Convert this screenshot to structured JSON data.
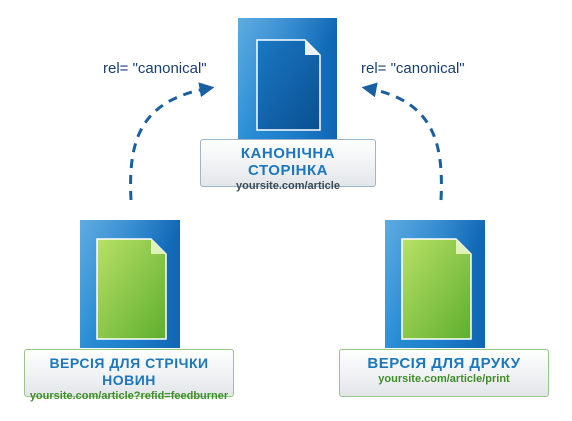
{
  "nodes": {
    "canonical": {
      "title": "КАНОНІЧНА СТОРІНКА",
      "url": "yoursite.com/article"
    },
    "feed": {
      "title": "ВЕРСІЯ ДЛЯ СТРІЧКИ НОВИН",
      "url": "yoursite.com/article?refid=feedburner"
    },
    "print": {
      "title": "ВЕРСІЯ ДЛЯ ДРУКУ",
      "url": "yoursite.com/article/print"
    }
  },
  "edges": {
    "left": {
      "label": "rel= \"canonical\""
    },
    "right": {
      "label": "rel= \"canonical\""
    }
  },
  "colors": {
    "blue_doc": "#1565b0",
    "green_doc": "#8cc63f",
    "arrow": "#1a5fa0"
  }
}
